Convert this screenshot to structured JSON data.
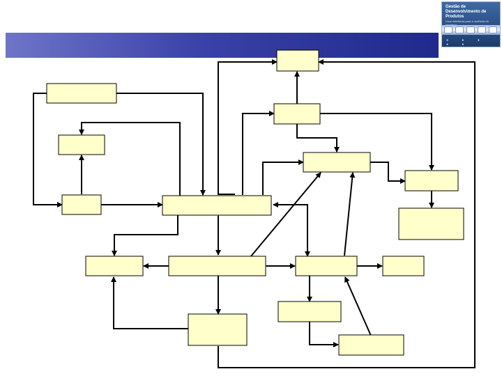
{
  "header": {
    "logo_line1": "Gestão de",
    "logo_line2": "Desenvolvimento de Produtos",
    "logo_tagline": "Uma referência para a melhoria do processo"
  },
  "diagram": {
    "nodes": [
      {
        "id": "n-top"
      },
      {
        "id": "n-left-top"
      },
      {
        "id": "n-left-mid"
      },
      {
        "id": "n-left-bottom"
      },
      {
        "id": "n-center"
      },
      {
        "id": "n-right-upper"
      },
      {
        "id": "n-right-mid"
      },
      {
        "id": "n-far-right-upper"
      },
      {
        "id": "n-far-right-lower"
      },
      {
        "id": "n-row3-left"
      },
      {
        "id": "n-row3-center"
      },
      {
        "id": "n-row3-right"
      },
      {
        "id": "n-row3-far-right"
      },
      {
        "id": "n-bottom-center"
      },
      {
        "id": "n-bottom-right-upper"
      },
      {
        "id": "n-bottom-right-lower"
      }
    ],
    "colors": {
      "box_fill": "#ffffcc",
      "line": "#000000"
    }
  }
}
